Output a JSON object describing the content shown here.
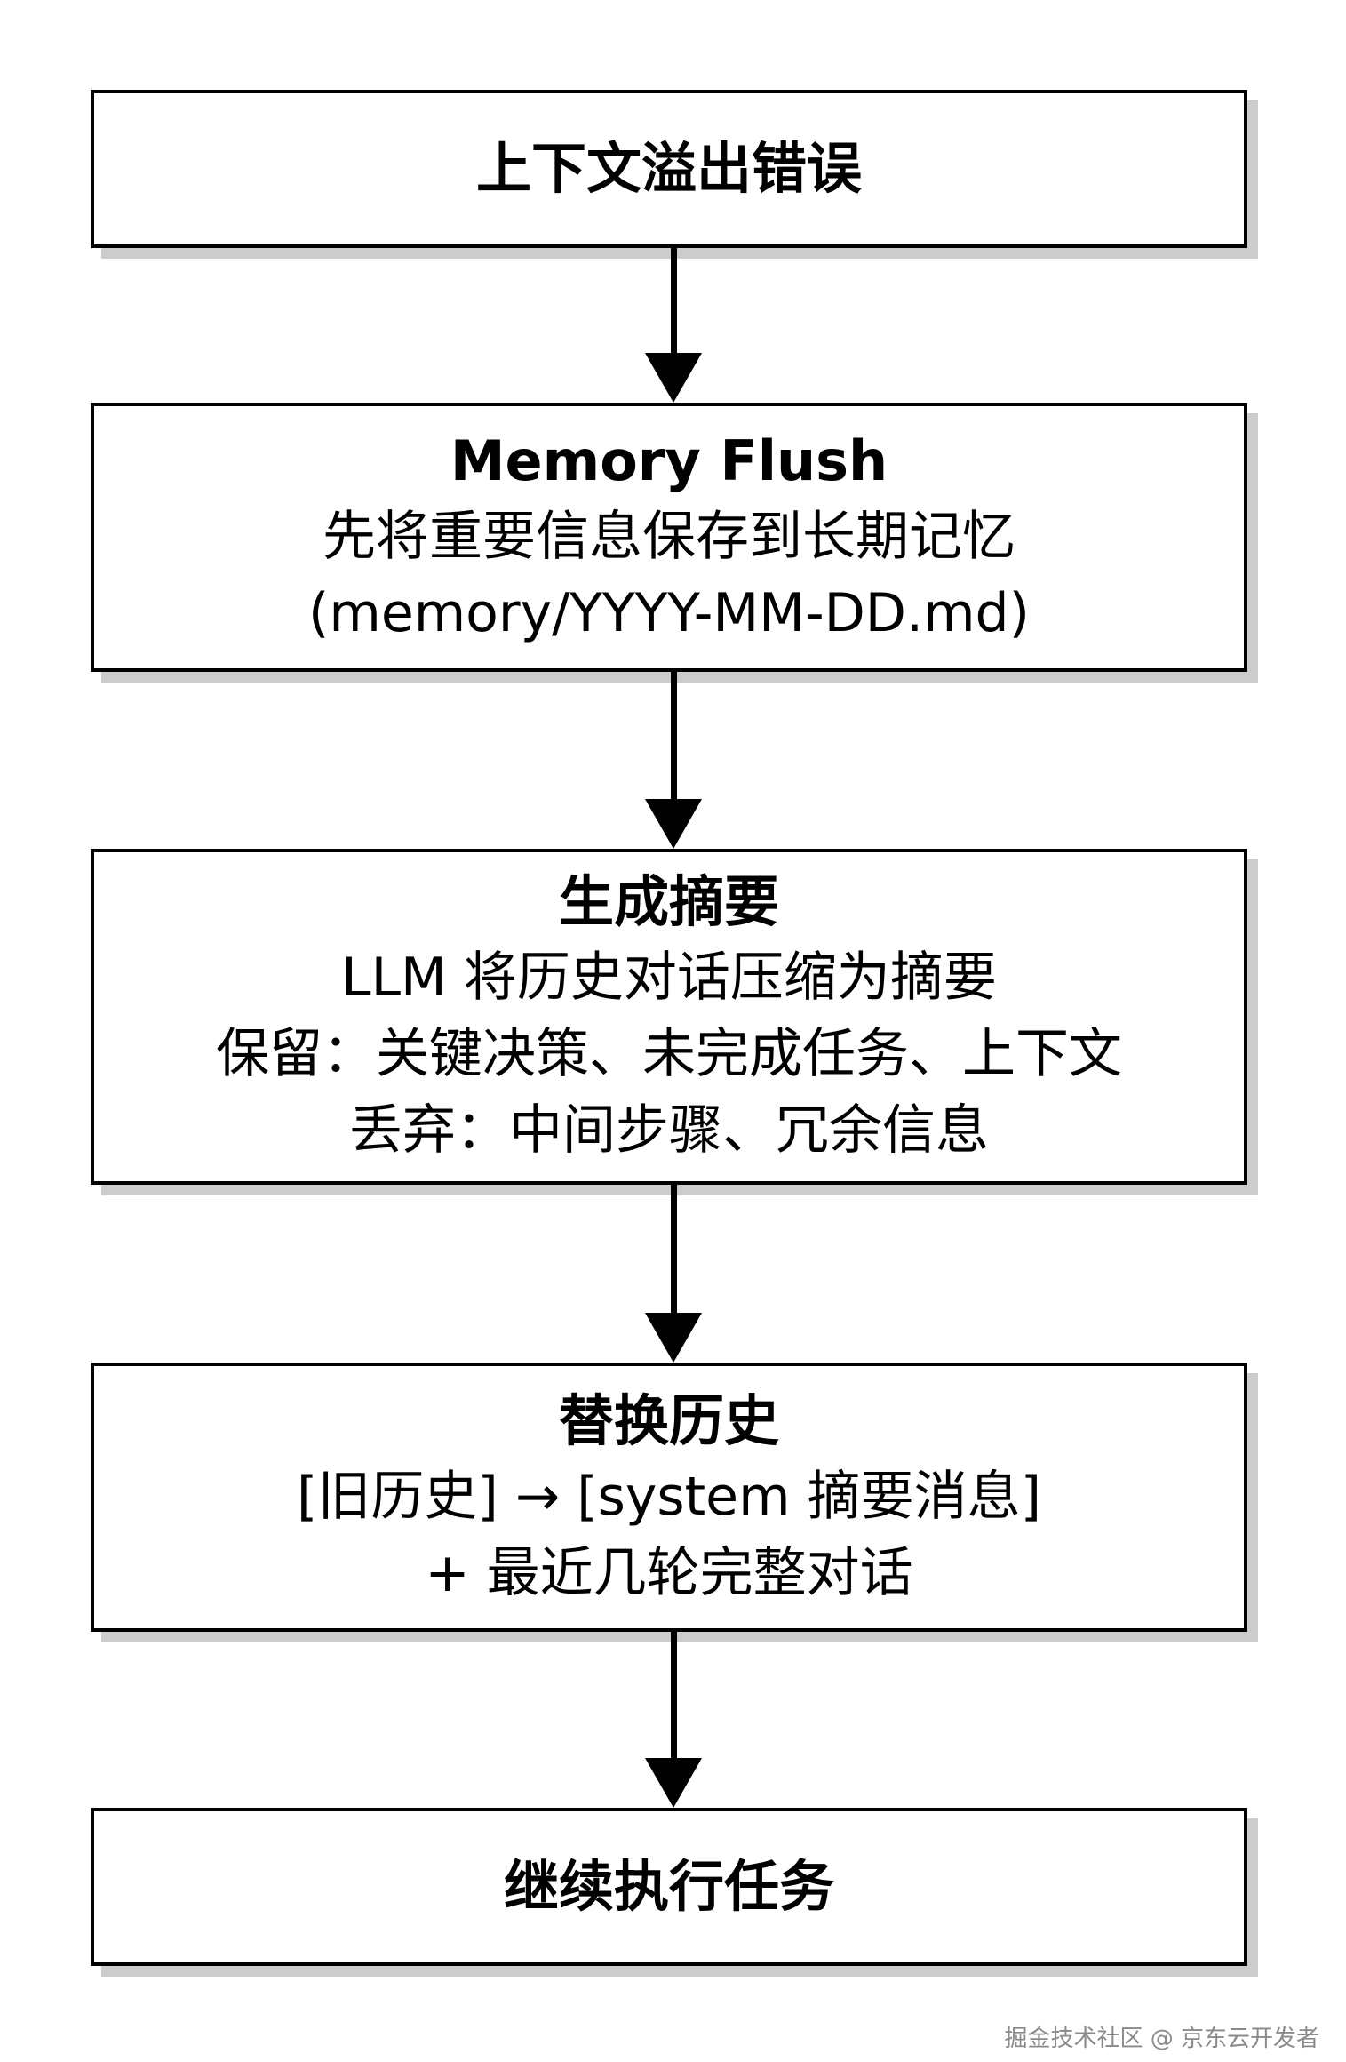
{
  "nodes": [
    {
      "title": "上下文溢出错误",
      "lines": []
    },
    {
      "title": "Memory Flush",
      "lines": [
        "先将重要信息保存到长期记忆",
        "(memory/YYYY-MM-DD.md)"
      ]
    },
    {
      "title": "生成摘要",
      "lines": [
        "LLM 将历史对话压缩为摘要",
        "保留：关键决策、未完成任务、上下文",
        "丢弃：中间步骤、冗余信息"
      ]
    },
    {
      "title": "替换历史",
      "lines": [
        "[旧历史] → [system 摘要消息]",
        "+ 最近几轮完整对话"
      ]
    },
    {
      "title": "继续执行任务",
      "lines": []
    }
  ],
  "watermark": "掘金技术社区 @ 京东云开发者"
}
